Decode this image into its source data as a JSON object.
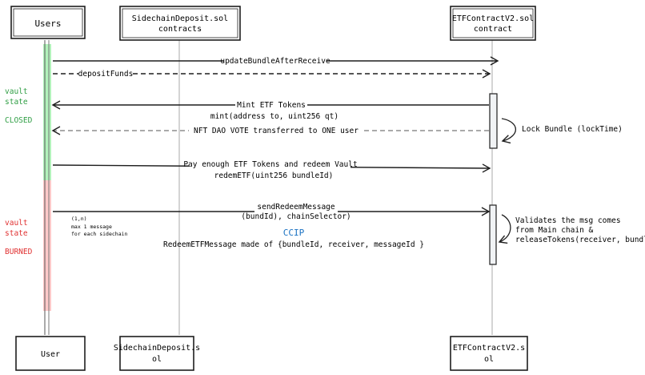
{
  "participants": {
    "users": {
      "top": "Users",
      "bottom": "User"
    },
    "sidechain": {
      "top_line1": "SidechainDeposit.sol",
      "top_line2": "contracts",
      "bottom_line1": "SidechainDeposit.s",
      "bottom_line2": "ol"
    },
    "etf": {
      "top_line1": "ETFContractV2.sol",
      "top_line2": "contract",
      "bottom_line1": "ETFContractV2.s",
      "bottom_line2": "ol"
    }
  },
  "messages": {
    "update_bundle": "updateBundleAfterReceive",
    "deposit_funds": "depositFunds",
    "mint_line1": "Mint ETF Tokens",
    "mint_line2": "mint(address to, uint256 qt)",
    "nft_vote": "NFT DAO VOTE transferred to ONE user",
    "lock_bundle": "Lock Bundle (lockTime)",
    "pay_line1": "Pay enough ETF Tokens and redeem Vault",
    "pay_line2": "redemETF(uint256 bundleId)",
    "send_line1": "sendRedeemMessage",
    "send_line2": "(bundId), chainSelector)",
    "note_line1": "(1,n)",
    "note_line2": "max 1 message",
    "note_line3": "for each sidechain",
    "ccip": "CCIP",
    "redeem_msg": "RedeemETFMessage made of {bundleId, receiver, messageId }",
    "validate_line1": "Validates the msg comes",
    "validate_line2": "from Main chain &",
    "validate_line3": "releaseTokens(receiver, bundleId)"
  },
  "states": {
    "vault_closed": {
      "line1": "vault",
      "line2": "state",
      "line3": "CLOSED",
      "color": "#2f9e44"
    },
    "vault_burned": {
      "line1": "vault",
      "line2": "state",
      "line3": "BURNED",
      "color": "#e03131"
    }
  },
  "colors": {
    "ink": "#1e1e1e",
    "closed_band": "#b2f2bb",
    "burned_band": "#ffc9c9",
    "ccip": "#1971c2"
  }
}
